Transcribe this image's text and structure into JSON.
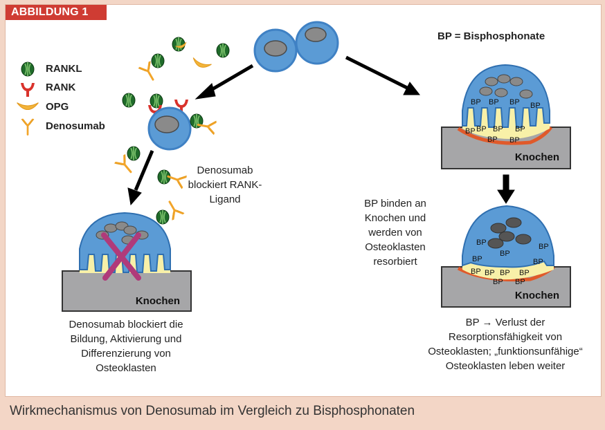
{
  "figure_tag": "ABBILDUNG 1",
  "caption": "Wirkmechanismus von Denosumab im Vergleich zu Bisphosphonaten",
  "legend": {
    "rankl": "RANKL",
    "rank": "RANK",
    "opg": "OPG",
    "denosumab": "Denosumab"
  },
  "bp_title": "BP = Bisphosphonate",
  "labels": {
    "denosumab_blocks_ligand": "Denosumab blockiert RANK-Ligand",
    "denosumab_blocks_formation": "Denosumab blockiert die Bildung, Aktivierung und Differenzierung von Osteoklasten",
    "bp_bind": "BP binden an Knochen und werden von Osteoklasten resorbiert",
    "bp_loss": "BP → Verlust der Resorptionsfähigkeit von Osteoklasten; „funktionsunfähige“ Osteoklasten leben weiter"
  },
  "bone_label": "Knochen",
  "bp_mark": "BP",
  "colors": {
    "cell_blue": "#5b9bd5",
    "cell_edge": "#2f6fb0",
    "nucleus": "#8a8a8a",
    "bone_gray": "#a6a6a8",
    "ruffled_yellow": "#f8f0a8",
    "rank_red": "#d9322b",
    "opg_orange": "#f2a52a",
    "rankl_green": "#2e7d32",
    "x_magenta": "#b03a7a",
    "tag_red": "#cf3c33"
  }
}
